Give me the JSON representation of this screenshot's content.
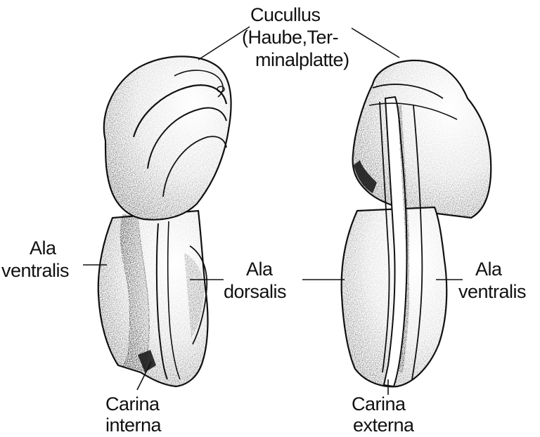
{
  "labels": {
    "cucullus": {
      "line1": "Cucullus",
      "line2": "(Haube,Ter-",
      "line3": "minalplatte)"
    },
    "ala_ventralis_left": {
      "line1": "Ala",
      "line2": "ventralis"
    },
    "ala_dorsalis": {
      "line1": "Ala",
      "line2": "dorsalis"
    },
    "ala_ventralis_right": {
      "line1": "Ala",
      "line2": "ventralis"
    },
    "carina_interna": {
      "line1": "Carina",
      "line2": "interna"
    },
    "carina_externa": {
      "line1": "Carina",
      "line2": "externa"
    }
  },
  "colors": {
    "ink": "#111111",
    "paper": "#ffffff"
  }
}
